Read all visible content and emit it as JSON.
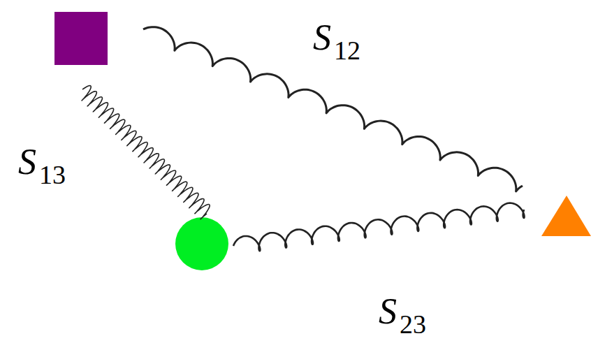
{
  "diagram": {
    "labels": [
      "S12",
      "S13",
      "S23"
    ]
  }
}
